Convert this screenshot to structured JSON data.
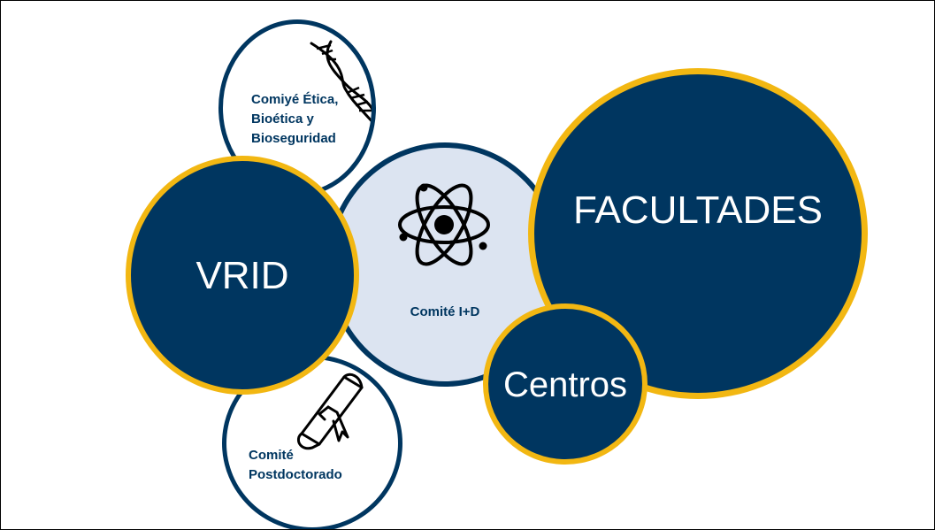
{
  "diagram": {
    "nodes": {
      "etica": {
        "label": "Comiyé Ética,\nBioética y\nBioseguridad",
        "icon": "dna-icon"
      },
      "postdoc": {
        "label": "Comité\nPostdoctorado",
        "icon": "diploma-scroll-icon"
      },
      "id": {
        "label": "Comité I+D",
        "icon": "atom-icon"
      },
      "vrid": {
        "label": "VRID"
      },
      "facultades": {
        "label": "FACULTADES"
      },
      "centros": {
        "label": "Centros"
      }
    }
  },
  "colors": {
    "navy": "#003660",
    "gold": "#f2b712",
    "light_fill": "#dce4f1",
    "white": "#ffffff",
    "black": "#000000"
  }
}
